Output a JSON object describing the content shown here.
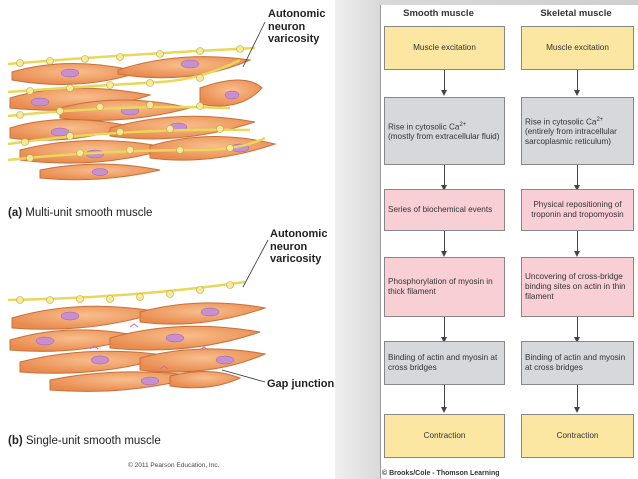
{
  "left": {
    "multi": {
      "label_lines": [
        "Autonomic",
        "neuron",
        "varicosity"
      ],
      "caption_letter": "(a)",
      "caption_text": "Multi-unit smooth muscle"
    },
    "single": {
      "label_lines": [
        "Autonomic",
        "neuron",
        "varicosity"
      ],
      "gap_label": "Gap junction",
      "caption_letter": "(b)",
      "caption_text": "Single-unit smooth muscle"
    },
    "copyright": "© 2011 Pearson Education, Inc."
  },
  "right": {
    "smooth_header": "Smooth muscle",
    "skeletal_header": "Skeletal muscle",
    "smooth_steps": [
      "Muscle excitation",
      "Rise in cytosolic Ca",
      "Series of biochemical events",
      "Phosphorylation of myosin in thick filament",
      "Binding of actin and myosin at cross bridges",
      "Contraction"
    ],
    "smooth_step2_rest": "(mostly from extracellular fluid)",
    "skeletal_steps": [
      "Muscle excitation",
      "Rise in cytosolic Ca",
      "Physical repositioning of troponin and tropomyosin",
      "Uncovering of cross-bridge binding sites on actin in thin filament",
      "Binding of actin and myosin at cross bridges",
      "Contraction"
    ],
    "skeletal_step2_rest": "(entirely from intracellular sarcoplasmic reticulum)",
    "superscript": "2+",
    "copyright": "© Brooks/Cole - Thomson Learning"
  },
  "colors": {
    "cell_fill": "#f2a064",
    "cell_stroke": "#c8703a",
    "nucleus": "#c78fd0",
    "nerve": "#e8d75a",
    "excitation_box": "#fbe6a2",
    "calcium_box": "#d6d8db",
    "event_box": "#f9cfd6"
  }
}
